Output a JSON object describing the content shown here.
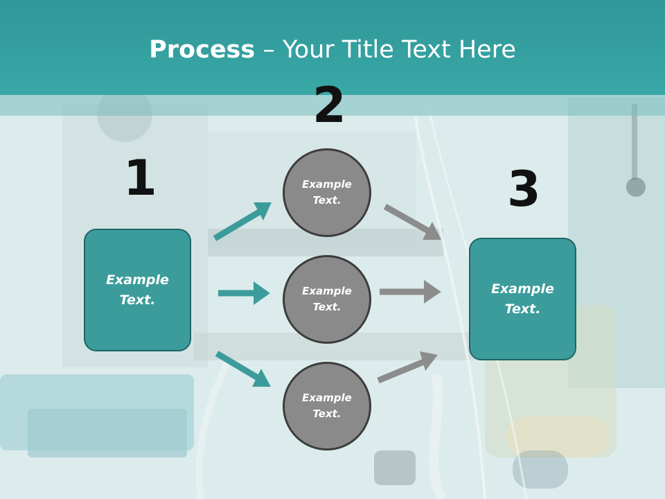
{
  "title": {
    "bold": "Process",
    "rest": " – Your Title Text Here"
  },
  "steps": {
    "one": {
      "number": "1",
      "text": "Example Text."
    },
    "two": {
      "number": "2"
    },
    "three": {
      "number": "3",
      "text": "Example Text."
    }
  },
  "circles": [
    {
      "text": "Example Text."
    },
    {
      "text": "Example Text."
    },
    {
      "text": "Example Text."
    }
  ],
  "colors": {
    "accent_teal": "#3b9c9b",
    "circle_gray": "#8a8a8a",
    "arrow_gray": "#8c8c8c"
  },
  "icons": [
    "arrow-right-icon"
  ]
}
